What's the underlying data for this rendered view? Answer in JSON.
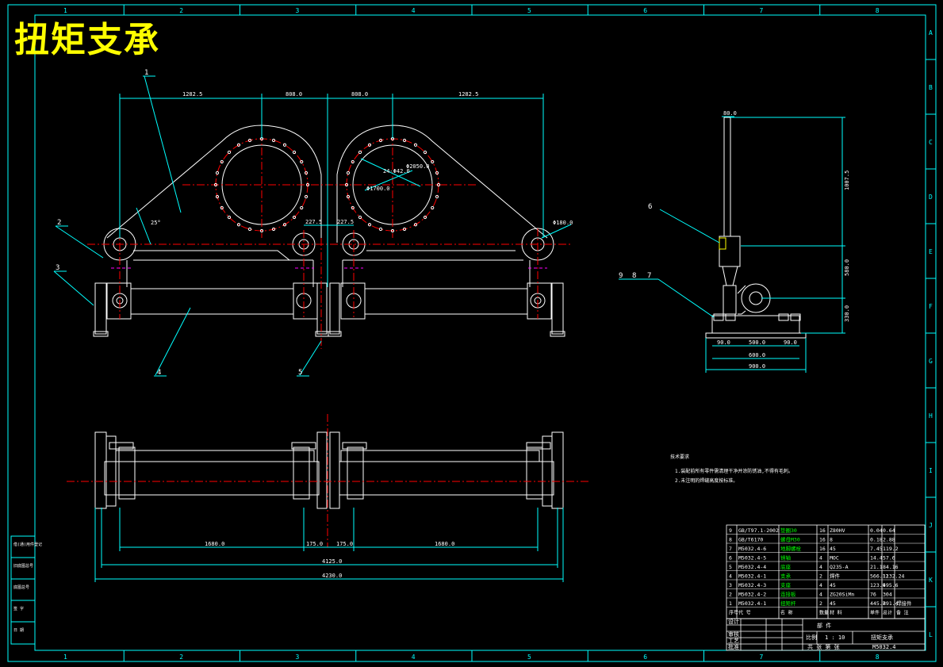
{
  "title": "扭矩支承",
  "frame": {
    "col_labels": [
      "1",
      "2",
      "3",
      "4",
      "5",
      "6",
      "7",
      "8"
    ],
    "row_labels": [
      "A",
      "B",
      "C",
      "D",
      "E",
      "F",
      "G",
      "H",
      "I",
      "J",
      "K",
      "L"
    ]
  },
  "dimensions": {
    "front_top": [
      "1282.5",
      "808.0",
      "808.0",
      "1282.5"
    ],
    "front_mid": [
      "227.5",
      "227.5"
    ],
    "bore": "Φ1700.0",
    "hole_circle": "Φ2050.0",
    "hole_count": "24-Φ42.0",
    "pin": "Φ180.0",
    "angle": "25°",
    "plan_bottom": [
      "1680.0",
      "175.0",
      "175.0",
      "1680.0"
    ],
    "plan_total_1": "4125.0",
    "plan_total_2": "4230.0",
    "side_top": "80.0",
    "side_h1": "1007.5",
    "side_h2": "580.0",
    "side_h3": "330.0",
    "side_base_small": [
      "90.0",
      "500.0",
      "90.0"
    ],
    "side_base_mid": "600.0",
    "side_base_total": "900.0"
  },
  "balloons": [
    "1",
    "2",
    "3",
    "4",
    "5",
    "6",
    "9",
    "8",
    "7"
  ],
  "notes": {
    "heading": "技术要求",
    "lines": [
      "1.装配前所有零件需清理干净并涂防锈油,不得有毛刺。",
      "2.未注明的焊缝高度按标准。"
    ]
  },
  "bom": [
    {
      "no": "9",
      "code": "GB/T97.1-2002",
      "name": "垫圈30",
      "qty": "16",
      "mat": "Z80HV",
      "w1": "0.04",
      "w2": "0.64",
      "note": ""
    },
    {
      "no": "8",
      "code": "GB/T6170",
      "name": "螺母M30",
      "qty": "16",
      "mat": "8",
      "w1": "0.18",
      "w2": "2.88",
      "note": ""
    },
    {
      "no": "7",
      "code": "M5032.4-6",
      "name": "地脚螺栓",
      "qty": "16",
      "mat": "45",
      "w1": "7.45",
      "w2": "119.2",
      "note": ""
    },
    {
      "no": "6",
      "code": "M5032.4-5",
      "name": "销轴",
      "qty": "4",
      "mat": "MOC",
      "w1": "14.4",
      "w2": "57.6",
      "note": ""
    },
    {
      "no": "5",
      "code": "M5032.4-4",
      "name": "底座",
      "qty": "4",
      "mat": "Q235-A",
      "w1": "21.1",
      "w2": "84.16",
      "note": ""
    },
    {
      "no": "4",
      "code": "M5032.4-1",
      "name": "支承",
      "qty": "2",
      "mat": "焊件",
      "w1": "566.12",
      "w2": "1132.24",
      "note": ""
    },
    {
      "no": "3",
      "code": "M5032.4-3",
      "name": "支座",
      "qty": "4",
      "mat": "45",
      "w1": "123.9",
      "w2": "495.6",
      "note": ""
    },
    {
      "no": "2",
      "code": "M5032.4-2",
      "name": "连接板",
      "qty": "4",
      "mat": "ZG20SiMn",
      "w1": "76",
      "w2": "304",
      "note": ""
    },
    {
      "no": "1",
      "code": "M5032.4-1",
      "name": "扭矩杆",
      "qty": "2",
      "mat": "45",
      "w1": "445.7",
      "w2": "891.4",
      "note": "焊接件"
    }
  ],
  "bom_header": [
    "序号",
    "代 号",
    "名 称",
    "数量",
    "材 料",
    "单件",
    "总计",
    "备 注"
  ],
  "title_block": {
    "name_label": "部 件",
    "scale_label": "比例",
    "scale": "1 : 10",
    "part_name": "扭矩支承",
    "drawing_no": "M5032.4",
    "rows": [
      "设计",
      "审核",
      "工艺",
      "标准化",
      "批准"
    ],
    "footer": "共 张 第 张"
  },
  "left_strip": [
    "借(通)用件登记",
    "旧底图总号",
    "底图总号",
    "签 字",
    "日 期"
  ]
}
